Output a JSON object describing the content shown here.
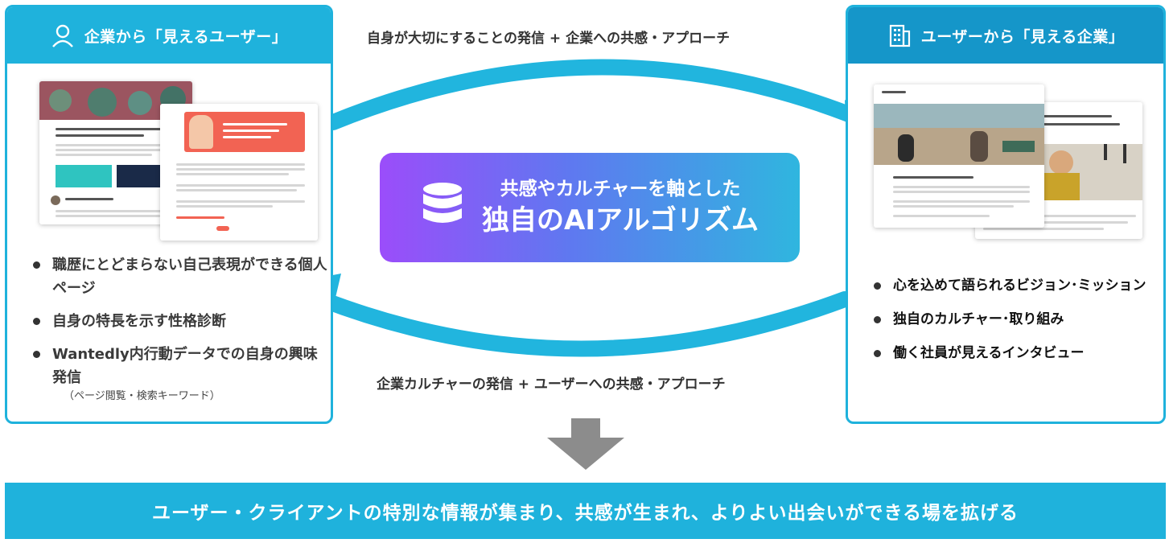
{
  "left_panel": {
    "title": "企業から「見えるユーザー」",
    "icon": "person-icon",
    "bullets": [
      {
        "text": "職歴にとどまらない自己表現ができる個人ページ"
      },
      {
        "text": "自身の特長を示す性格診断"
      },
      {
        "text": "Wantedly内行動データでの自身の興味発信"
      }
    ],
    "bullet3_note": "（ページ閲覧・検索キーワード）"
  },
  "right_panel": {
    "title": "ユーザーから「見える企業」",
    "icon": "building-icon",
    "bullets": [
      {
        "text": "心を込めて語られるビジョン･ミッション"
      },
      {
        "text": "独自のカルチャー･取り組み"
      },
      {
        "text": "働く社員が見えるインタビュー"
      }
    ]
  },
  "flow_top": "自身が大切にすることの発信 + 企業への共感・アプローチ",
  "flow_bottom": "企業カルチャーの発信 + ユーザーへの共感・アプローチ",
  "algorithm": {
    "line1": "共感やカルチャーを軸とした",
    "line2": "独自のAIアルゴリズム",
    "icon": "database-icon"
  },
  "banner": "ユーザー・クライアントの特別な情報が集まり、共感が生まれ、よりよい出会いができる場を拡げる",
  "colors": {
    "accent": "#1fb2dc",
    "accent_dark": "#1596c9",
    "gradient_start": "#9b4dfa",
    "gradient_end": "#2fb6df",
    "arrow_gray": "#8c8c8c"
  }
}
